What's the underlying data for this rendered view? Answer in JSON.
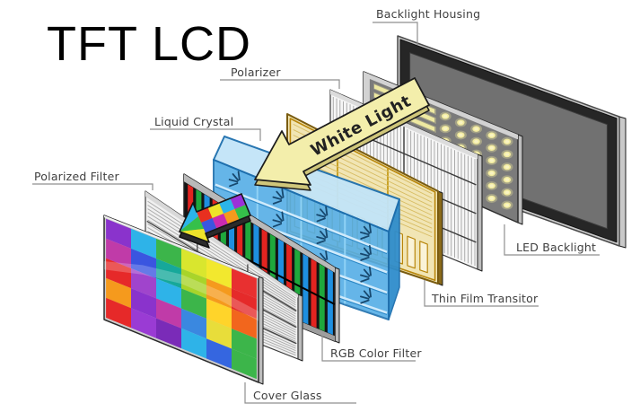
{
  "title": "TFT LCD",
  "diagram": {
    "labels": {
      "backlight_housing": "Backlight Housing",
      "polarizer": "Polarizer",
      "liquid_crystal": "Liquid Crystal",
      "polarized_filter": "Polarized Filter",
      "led_backlight": "LED Backlight",
      "thin_film_transistor": "Thin Film Transitor",
      "rgb_color_filter": "RGB Color Filter",
      "cover_glass": "Cover Glass",
      "white_light_arrow": "White Light"
    },
    "colors": {
      "background": "#ffffff",
      "leader_line": "#8f8f8f",
      "label_text": "#3f3f3f",
      "title_text": "#000000",
      "frame_silver": "#c9c9c9",
      "frame_light": "#e9e9e9",
      "side_silver": "#bdbdbd",
      "outline": "#1c1c1c",
      "housing_dark": "#262626",
      "housing_face": "#717171",
      "led_face": "#7b7b7b",
      "led_frame": "#d2d2d2",
      "led_glow": "#efe79a",
      "led_dot": "#f2eb9e",
      "led_dot_core": "#f9f4c2",
      "polarizer_face": "#f6f6f6",
      "stripe_gray": "#a4a4a4",
      "grid_dark": "#3a3a3a",
      "tft_face": "#f1e5b4",
      "tft_gold": "#b8860b",
      "tft_gold_light": "#d7bc62",
      "tft_slot": "#faf3d8",
      "tft_border": "#7a5c10",
      "lc_front": "#55aee6",
      "lc_top": "#c2e4f8",
      "lc_side": "#2f8dcc",
      "lc_edge": "#1d6fae",
      "lc_shelf": "#cfeafb",
      "lc_shelf_dark": "#2b86c4",
      "lc_col": "#8fd2f5",
      "lc_dash": "#17486e",
      "rgb_bg": "#141414",
      "rgb_band": "#b9b9b9",
      "rgb_red": "#e32420",
      "rgb_green": "#1fa83c",
      "rgb_blue": "#1e8fe0",
      "pf_face": "#f0f0f0",
      "pf_frame": "#d8d8d8",
      "cg_frame": "#cdcdcd",
      "cg_highlight": "#f0f0f0",
      "white_arrow_fill": "#f3eeab",
      "white_arrow_side": "#cfc67a",
      "rainbow_base": "#e0a020",
      "rainbow_side": "#2b2b2b",
      "rainbow": [
        "#9b30d9",
        "#3a55e0",
        "#2bb5e8",
        "#35c04a",
        "#eee32a",
        "#f59a1d",
        "#e8301f",
        "#c92bb0"
      ],
      "pixel_grid": [
        [
          "#8a33cc",
          "#2eb3e8",
          "#3cb54a",
          "#d9e62e",
          "#f2e82e",
          "#e83030"
        ],
        [
          "#c03ba8",
          "#3a55e0",
          "#16a89a",
          "#a8d42a",
          "#f59a1d",
          "#e52a2a"
        ],
        [
          "#e62929",
          "#a044cc",
          "#2eb3e8",
          "#3cb54a",
          "#ffd42a",
          "#f2661d"
        ],
        [
          "#f59a1d",
          "#8a33cc",
          "#c03ba8",
          "#3a88e0",
          "#e8dd3a",
          "#3cb54a"
        ],
        [
          "#e62929",
          "#9a3bd4",
          "#7a2bb8",
          "#2eb3e8",
          "#3566e0",
          "#3cb54a"
        ]
      ]
    }
  }
}
